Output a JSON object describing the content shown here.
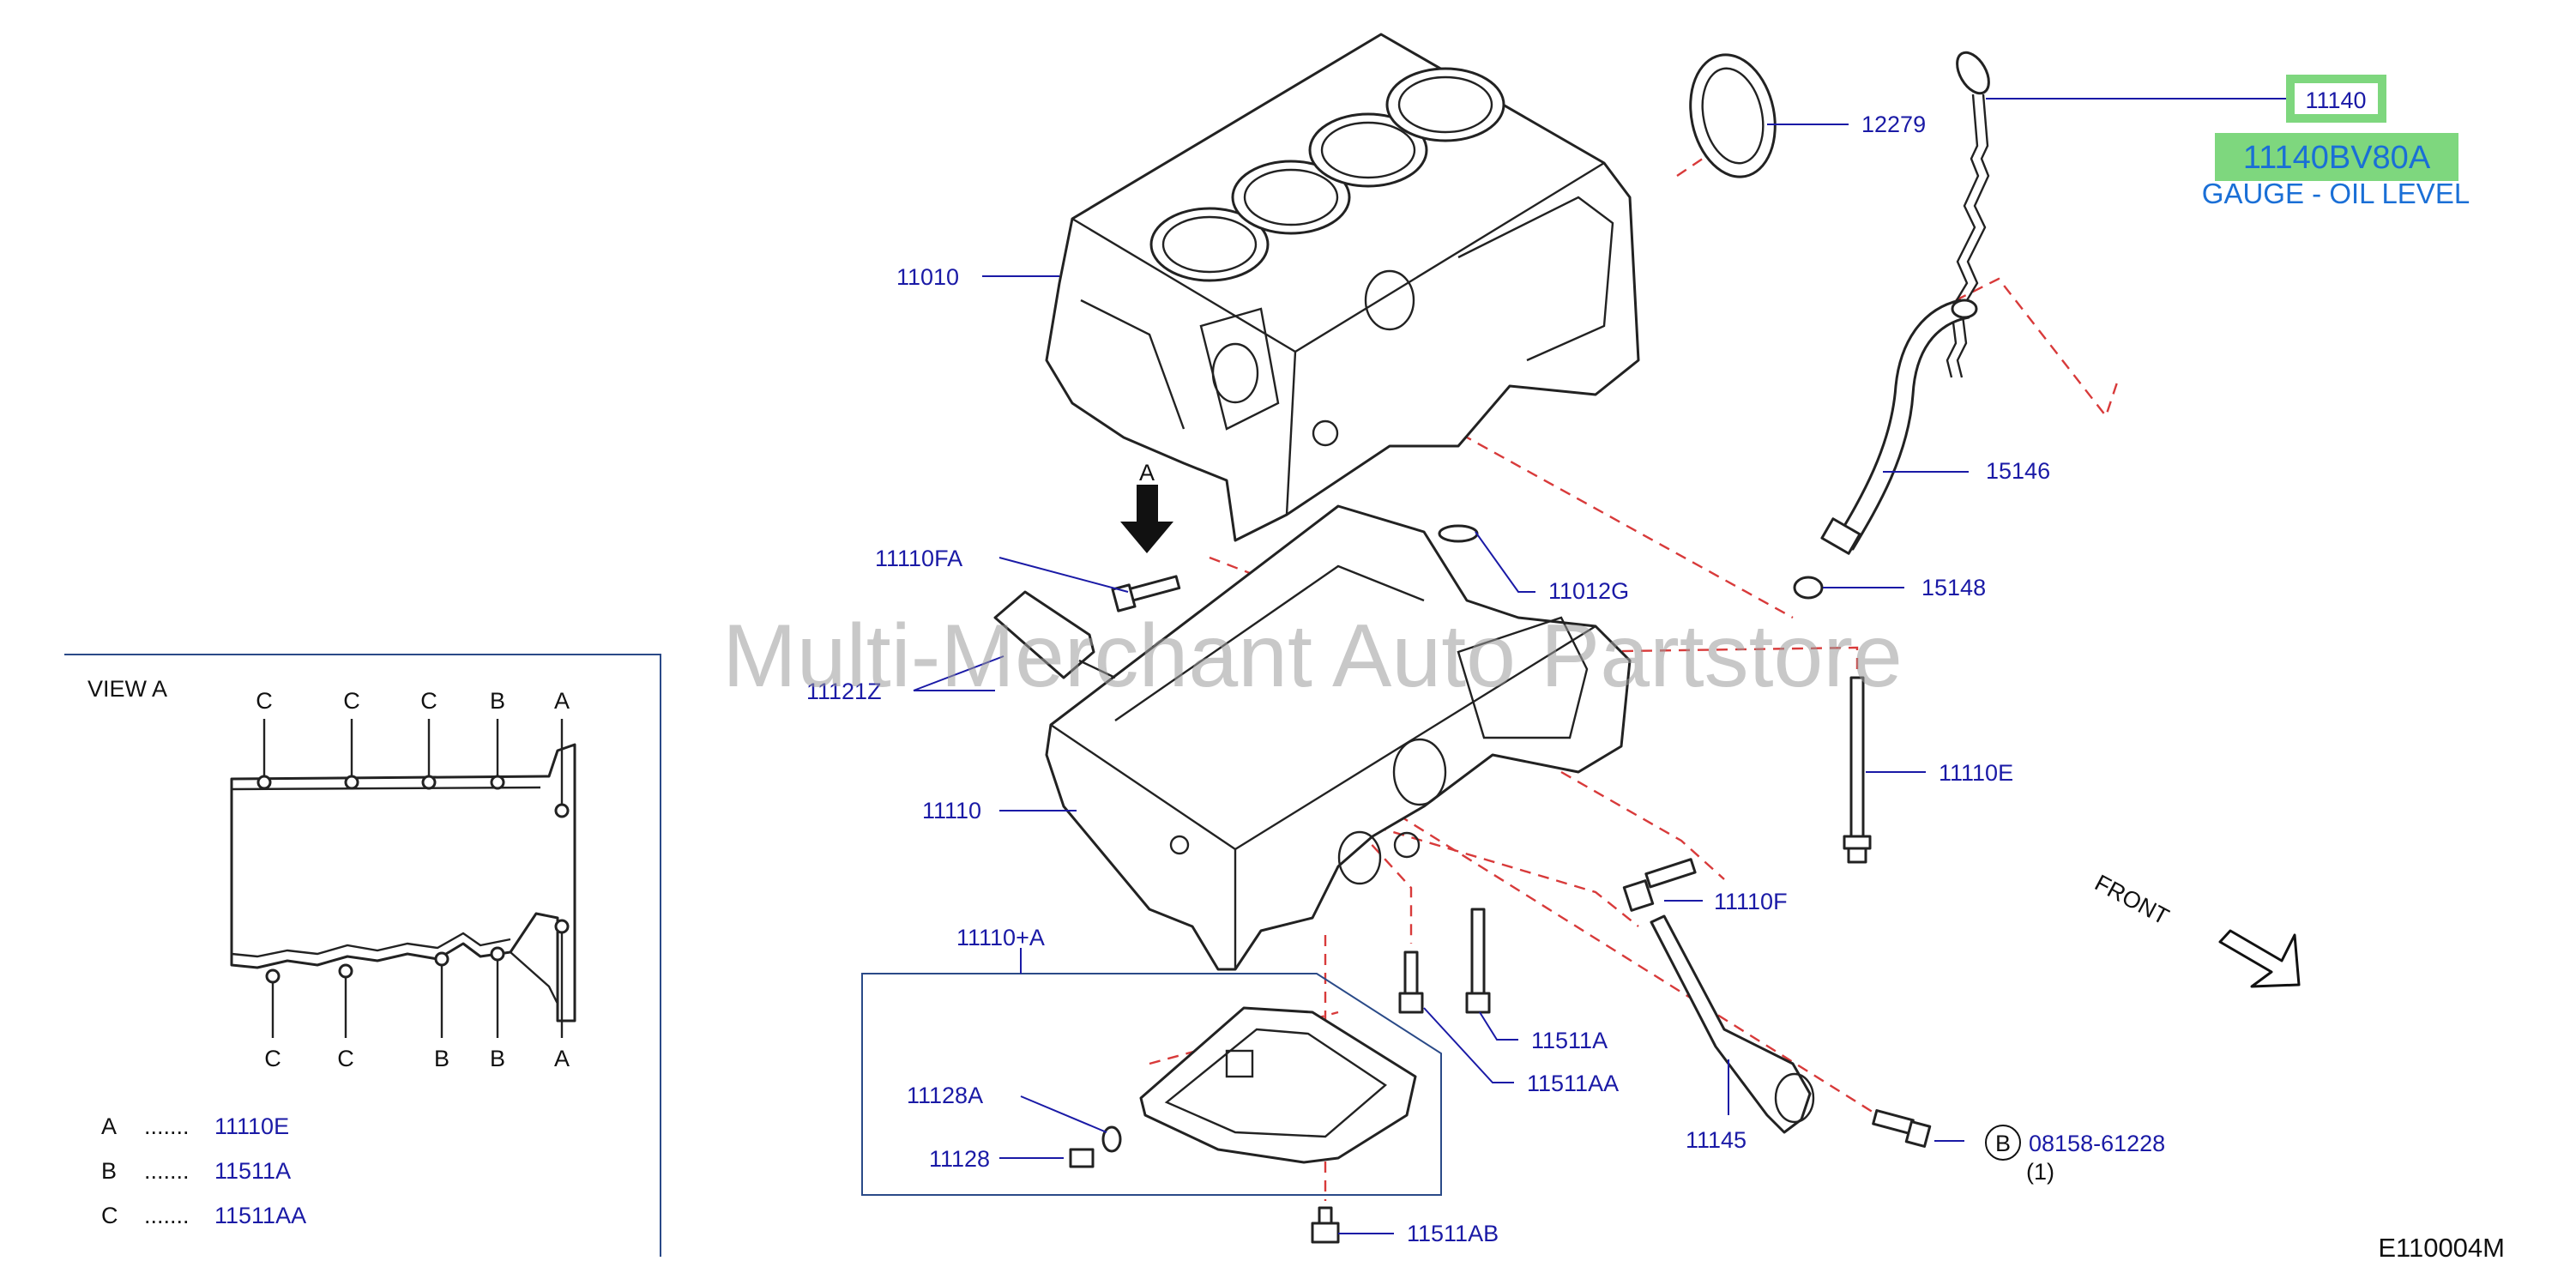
{
  "diagram": {
    "watermark": "Multi-Merchant Auto Partstore",
    "drawing_code": "E110004M",
    "front_label": "FRONT",
    "highlight": {
      "ref": "11140",
      "part_number": "11140BV80A",
      "description": "GAUGE - OIL LEVEL",
      "highlight_color": "#7ed77e",
      "text_color": "#1a6fd6"
    },
    "callouts": {
      "c12279": "12279",
      "c11010": "11010",
      "c15146": "15146",
      "c15148": "15148",
      "c11012G": "11012G",
      "c11110FA": "11110FA",
      "c11121Z": "11121Z",
      "c11110": "11110",
      "c11110E": "11110E",
      "c11110F": "11110F",
      "c11110A": "11110+A",
      "c11128A": "11128A",
      "c11128": "11128",
      "c11511A": "11511A",
      "c11511AA": "11511AA",
      "c11511AB": "11511AB",
      "c11145": "11145",
      "c08158": "08158-61228",
      "c08158_qty": "(1)",
      "circle_b": "B"
    },
    "arrow_label": "A",
    "view": {
      "title": "VIEW   A",
      "top_labels": [
        "C",
        "C",
        "C",
        "B",
        "A"
      ],
      "bottom_labels": [
        "C",
        "C",
        "B",
        "B",
        "A"
      ]
    },
    "legend": [
      {
        "key": "A",
        "dots": ".......",
        "part": "11110E"
      },
      {
        "key": "B",
        "dots": ".......",
        "part": "11511A"
      },
      {
        "key": "C",
        "dots": ".......",
        "part": "11511AA"
      }
    ],
    "colors": {
      "part_text": "#1a1aa6",
      "leader_dash": "#d83a3a",
      "frame": "#2a4a88"
    }
  }
}
